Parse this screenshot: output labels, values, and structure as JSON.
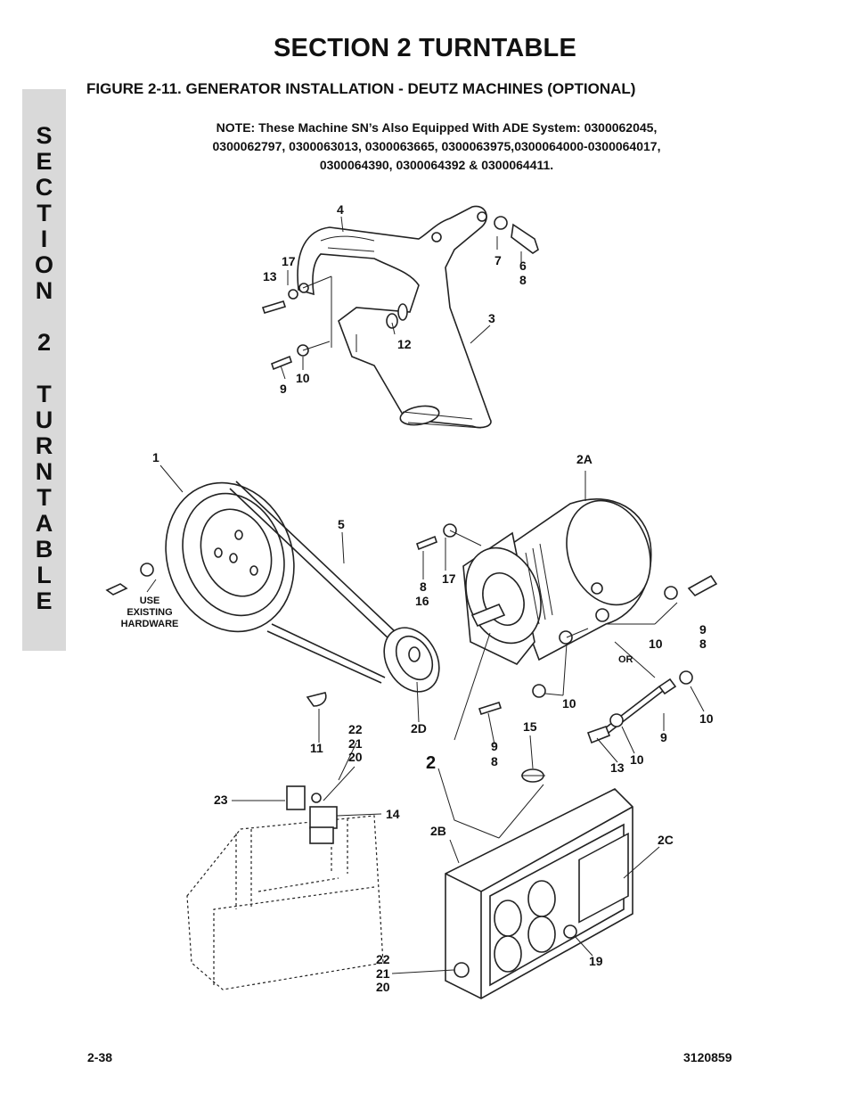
{
  "page": {
    "section_title": "SECTION 2   TURNTABLE",
    "figure_title": "FIGURE 2-11.  GENERATOR INSTALLATION - DEUTZ MACHINES (OPTIONAL)",
    "note_lines": [
      "NOTE:  These Machine SN’s Also Equipped With ADE System:  0300062045,",
      "0300062797, 0300063013, 0300063665, 0300063975,0300064000-0300064017,",
      "0300064390, 0300064392 & 0300064411."
    ],
    "side_tab_letters": [
      "S",
      "E",
      "C",
      "T",
      "I",
      "O",
      "N",
      "",
      "2",
      "",
      "T",
      "U",
      "R",
      "N",
      "T",
      "A",
      "B",
      "L",
      "E"
    ],
    "page_number": "2-38",
    "doc_number": "3120859"
  },
  "callouts": {
    "c4": "4",
    "c17a": "17",
    "c13a": "13",
    "c7": "7",
    "c6a": "6",
    "c8a": "8",
    "c3": "3",
    "c12": "12",
    "c9a": "9",
    "c10a": "10",
    "c1": "1",
    "c2A": "2A",
    "c5": "5",
    "c8b": "8",
    "c16": "16",
    "c17b": "17",
    "c9b": "9",
    "c8c": "8",
    "c10b": "10",
    "cOR": "OR",
    "c10c": "10",
    "c9c": "9",
    "c13b": "13",
    "c10d": "10",
    "c10e": "10",
    "c2D": "2D",
    "c11": "11",
    "c22a": "22",
    "c21a": "21",
    "c20a": "20",
    "c9d": "9",
    "c8d": "8",
    "c15": "15",
    "c2": "2",
    "c23": "23",
    "c14": "14",
    "c2B": "2B",
    "c2C": "2C",
    "c19": "19",
    "c22b": "22",
    "c21b": "21",
    "c20b": "20",
    "use1": "USE",
    "use2": "EXISTING",
    "use3": "HARDWARE"
  }
}
